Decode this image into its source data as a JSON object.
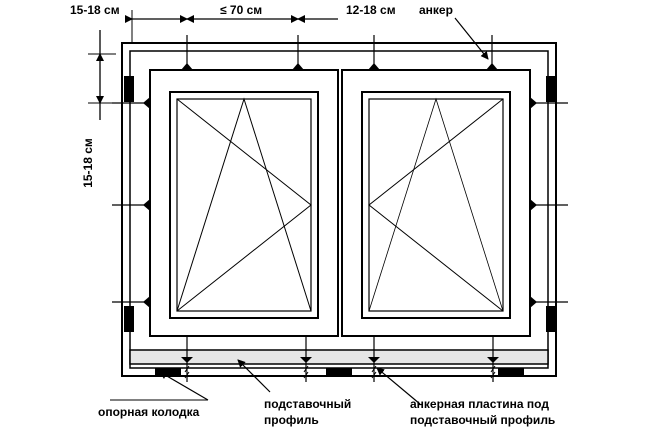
{
  "labels": {
    "dim_top_left": "15-18 см",
    "dim_top_mid": "≤ 70 см",
    "dim_top_right": "12-18 см",
    "dim_left_vertical": "15-18 см",
    "anchor": "анкер",
    "support_block": "опорная колодка",
    "support_profile_line1": "подставочный",
    "support_profile_line2": "профиль",
    "anchor_plate_line1": "анкерная пластина под",
    "anchor_plate_line2": "подставочный профиль"
  },
  "colors": {
    "stroke": "#000000",
    "profile_fill": "#e6e6e6",
    "background": "#ffffff"
  }
}
